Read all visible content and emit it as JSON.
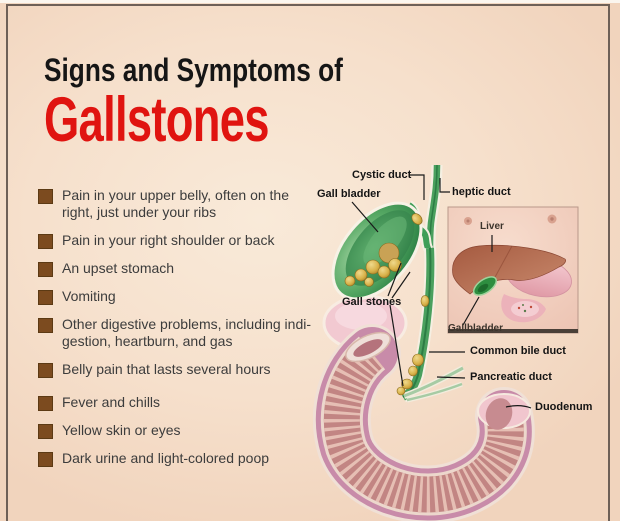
{
  "title": {
    "line1": "Signs and Symptoms of",
    "line2": "Gallstones"
  },
  "theme": {
    "accent_red": "#e01410",
    "bullet_brown": "#7c4b1f",
    "background_peach": "#f6e0cc",
    "frame_brown": "#6e6057",
    "duct_green": "#4aa05e",
    "gallstone_gold": "#d9b24a",
    "duodenum_pink": "#c88ba9"
  },
  "symptoms": {
    "items": [
      "Pain in your upper belly, often on the\nright, just under your ribs",
      "Pain in your right shoulder or back",
      "An upset stomach",
      "Vomiting",
      "Other digestive problems, including indi-\ngestion, heartburn, and gas",
      "Belly pain that lasts several hours",
      "Fever and chills",
      "Yellow skin or eyes",
      "Dark urine and light-colored poop"
    ]
  },
  "diagram": {
    "labels": {
      "cystic_duct": "Cystic duct",
      "gall_bladder": "Gall bladder",
      "heptic_duct": "heptic duct",
      "gall_stones": "Gall stones",
      "common_bile_duct": "Common bile duct",
      "pancreatic_duct": "Pancreatic duct",
      "duodenum": "Duodenum",
      "liver": "Liver",
      "gallbladder_inset": "Gallbladder"
    }
  }
}
